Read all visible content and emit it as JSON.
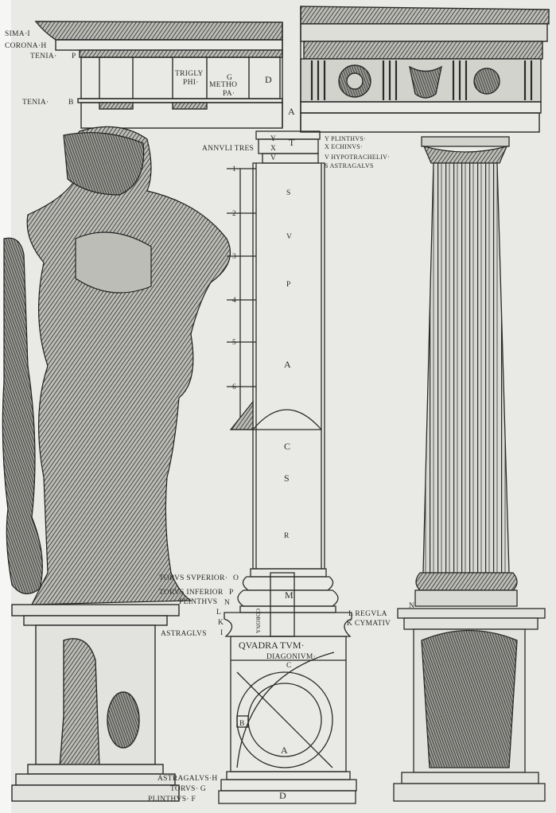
{
  "colors": {
    "paper": "#e9e9e5",
    "ink": "#2a2a2a",
    "margin": "#f6f6f4"
  },
  "entablature": {
    "sima": "SIMA·I",
    "corona": "CORONA·H",
    "tenia_top": "TENIA·",
    "tenia_top_letter": "P",
    "tenia_bottom": "TENIA·",
    "tenia_bottom_letter": "B",
    "triglyphi": [
      "TRIGLY",
      "PHI·"
    ],
    "methopa": [
      "G",
      "METHO",
      "PA·"
    ],
    "d": "D",
    "a": "A",
    "t": "T"
  },
  "capital": {
    "annuli": "ANNVLI TRES",
    "letters": [
      "Y",
      "X",
      "V"
    ],
    "parts": [
      "Y PLINTHVS·",
      "X ECHINVS·",
      "V HYPOTRACHELIV·",
      "S ASTRAGALVS"
    ]
  },
  "shaft": {
    "upper_letters": [
      "S",
      "V",
      "P",
      "A"
    ],
    "lower_letters": [
      "C",
      "S"
    ],
    "r": "R",
    "divisions": [
      "1",
      "2",
      "3",
      "4",
      "5",
      "6"
    ]
  },
  "base": {
    "torus_superior": "TORVS SVPERIOR·",
    "torus_superior_letter": "O",
    "torus_inferior": "TORVS INFERIOR",
    "torus_inferior_letter": "P",
    "plinthus": "PLINTHVS",
    "plinthus_letter": "N",
    "m": "M",
    "left_letters": [
      "L",
      "K",
      "I"
    ],
    "astragalus": "ASTRAGLVS",
    "regula": "L REGVLA",
    "cymatium": "K CYMATIV",
    "right_n": "N",
    "vertical": "CORONA"
  },
  "pedestal": {
    "quadratum": "QVADRA TVM·",
    "diagonium": "DIAGONIVM·",
    "c": "C",
    "a": "A",
    "b": "B",
    "astragalus": "ASTRAGALVS·H",
    "torus": "TORVS· G",
    "plinthus": "PLINTHVS· F",
    "d": "D"
  }
}
